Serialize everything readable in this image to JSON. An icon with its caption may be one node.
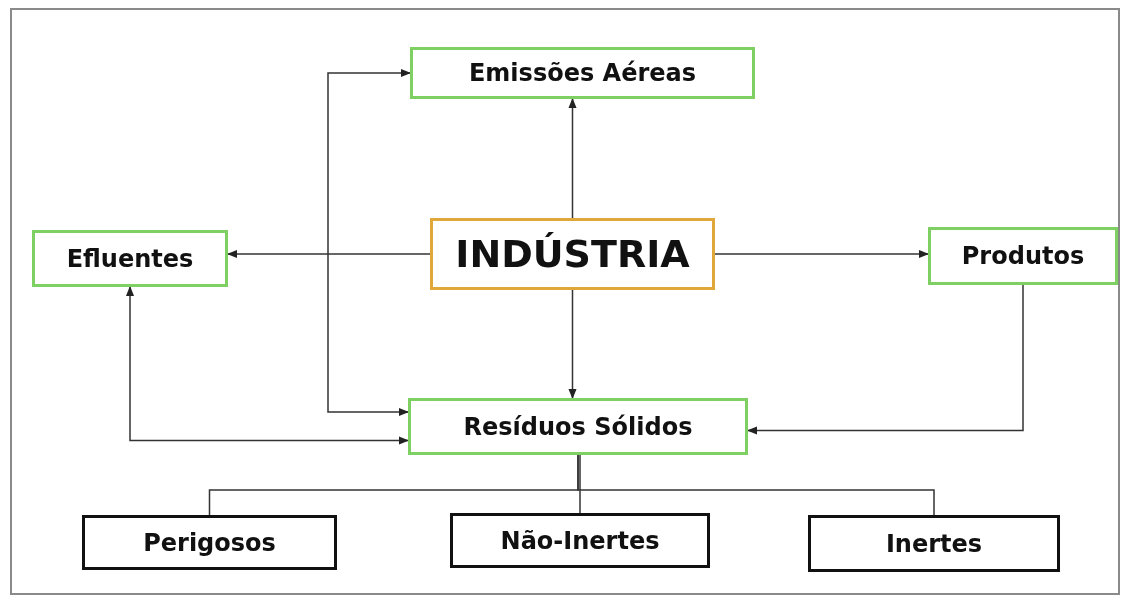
{
  "diagram": {
    "nodes": [
      {
        "text": [
          "Emissões Aéreas"
        ]
      },
      {
        "text": [
          "Efluentes"
        ]
      },
      {
        "text": [
          "INDÚSTRIA"
        ]
      },
      {
        "text": [
          "Produtos"
        ]
      },
      {
        "text": [
          "Resíduos Sólidos"
        ]
      },
      {
        "text": [
          "Perigosos"
        ]
      },
      {
        "text": [
          "Não-Inertes"
        ]
      },
      {
        "text": [
          "Inertes"
        ]
      }
    ],
    "edges": [
      {
        "from": 2,
        "to": 0,
        "arrow": "to"
      },
      {
        "from": 2,
        "to": 1,
        "arrow": "to"
      },
      {
        "from": 2,
        "to": 3,
        "arrow": "to"
      },
      {
        "from": 2,
        "to": 4,
        "arrow": "to"
      },
      {
        "from": 3,
        "to": 4,
        "arrow": "to"
      },
      {
        "from": 1,
        "to": 4,
        "arrow": "both"
      },
      {
        "from": 0,
        "to": 4,
        "arrow": "both"
      },
      {
        "from": 4,
        "to": 5,
        "arrow": "none"
      },
      {
        "from": 4,
        "to": 6,
        "arrow": "none"
      },
      {
        "from": 4,
        "to": 7,
        "arrow": "none"
      }
    ]
  }
}
